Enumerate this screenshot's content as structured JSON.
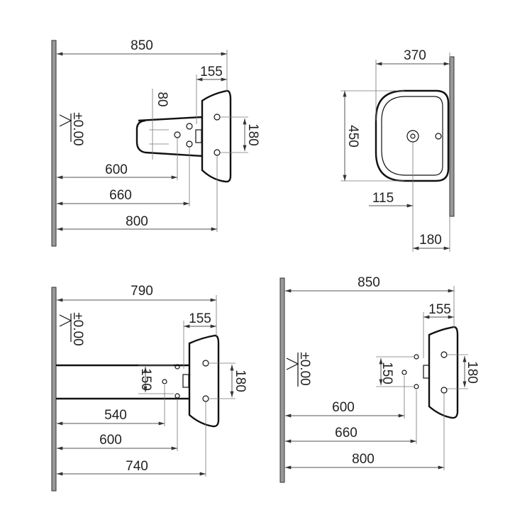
{
  "views": {
    "side_view_bracket": {
      "level": "±0.00",
      "d850": "850",
      "d155": "155",
      "d80": "80",
      "d180": "180",
      "d600": "600",
      "d660": "660",
      "d800": "800"
    },
    "top_view": {
      "d370": "370",
      "d450": "450",
      "d115": "115",
      "d180": "180"
    },
    "side_view_pedestal": {
      "level": "±0.00",
      "d790": "790",
      "d155": "155",
      "d150": "150",
      "d180": "180",
      "d540": "540",
      "d600": "600",
      "d740": "740"
    },
    "side_view_wall": {
      "level": "±0.00",
      "d850": "850",
      "d155": "155",
      "d150": "150",
      "d180": "180",
      "d600": "600",
      "d660": "660",
      "d800": "800"
    }
  },
  "colors": {
    "line": "#111111",
    "wall": "#999999"
  }
}
